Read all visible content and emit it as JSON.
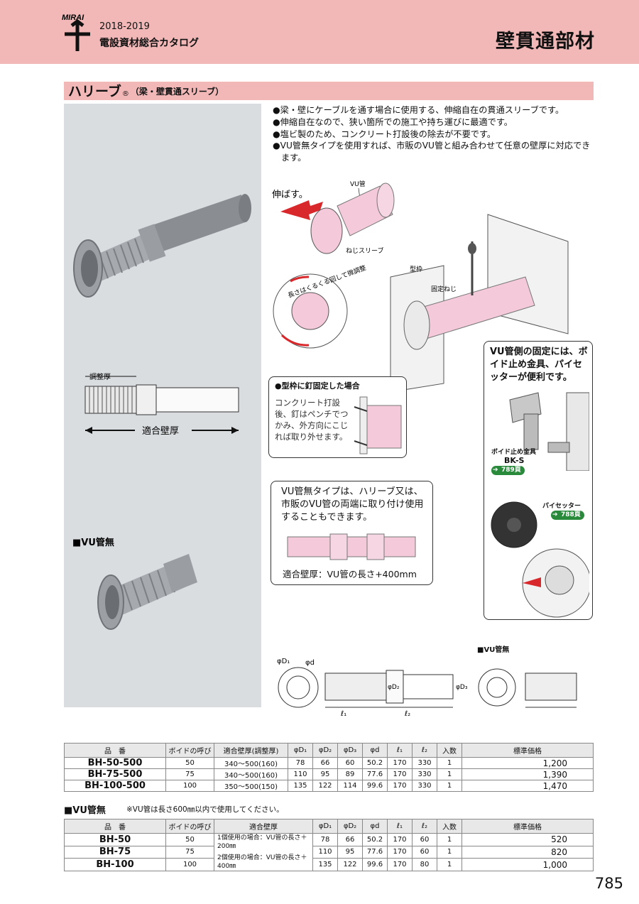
{
  "header": {
    "brand": "MIRAI",
    "year": "2018-2019",
    "catalog": "電設資材総合カタログ",
    "category": "壁貫通部材"
  },
  "section": {
    "name": "ハリーブ",
    "reg": "®",
    "subtitle": "（梁・壁貫通スリーブ）"
  },
  "bullets": [
    "●梁・壁にケーブルを通す場合に使用する、伸縮自在の貫通スリーブです。",
    "●伸縮自在なので、狭い箇所での施工や持ち運びに最適です。",
    "●塩ビ製のため、コンクリート打設後の除去が不要です。",
    "●VU管無タイプを使用すれば、市販のVU管と組み合わせて任意の壁厚に対応できます。"
  ],
  "left_panel": {
    "adjust_label": "調整厚",
    "wall_label": "適合壁厚",
    "vu_none_title": "■VU管無"
  },
  "diagram": {
    "stretch": "伸ばす。",
    "vu_pipe": "VU管",
    "screw_sleeve": "ねじスリーブ",
    "rotate_text": "長さはくるくる回して微調整",
    "form_frame": "型枠",
    "fix_screw": "固定ねじ"
  },
  "nail_box": {
    "title": "●型枠に釘固定した場合",
    "text": "コンクリート打設後、釘はペンチでつかみ、外方向にこじれば取り外せます。"
  },
  "vu_side_box": {
    "text": "VU管側の固定には、ボイド止め金具、パイセッターが便利です。",
    "bracket_name": "ボイド止め金具",
    "bracket_model": "BK-S",
    "bracket_page": "789頁",
    "setter_name": "パイセッター",
    "setter_page": "788頁"
  },
  "vu_none_box": {
    "text": "VU管無タイプは、ハリーブ又は、市販のVU管の両端に取り付け使用することもできます。",
    "formula": "適合壁厚：VU管の長さ+400mm"
  },
  "dims": {
    "d1": "φD₁",
    "d": "φd",
    "d2": "φD₂",
    "d3": "φD₃",
    "l1": "ℓ₁",
    "l2": "ℓ₂",
    "vu_none_label": "■VU管無"
  },
  "table1": {
    "headers": [
      "品　番",
      "ボイドの呼び",
      "適合壁厚(調整厚)",
      "φD₁",
      "φD₂",
      "φD₃",
      "φd",
      "ℓ₁",
      "ℓ₂",
      "入数",
      "標準価格"
    ],
    "rows": [
      [
        "BH-50-500",
        "50",
        "340～500(160)",
        "78",
        "66",
        "60",
        "50.2",
        "170",
        "330",
        "1",
        "1,200"
      ],
      [
        "BH-75-500",
        "75",
        "340～500(160)",
        "110",
        "95",
        "89",
        "77.6",
        "170",
        "330",
        "1",
        "1,390"
      ],
      [
        "BH-100-500",
        "100",
        "350～500(150)",
        "135",
        "122",
        "114",
        "99.6",
        "170",
        "330",
        "1",
        "1,470"
      ]
    ]
  },
  "table2": {
    "title": "■VU管無",
    "note": "※VU管は長さ600㎜以内で使用してください。",
    "headers": [
      "品　番",
      "ボイドの呼び",
      "適合壁厚",
      "φD₁",
      "φD₂",
      "φd",
      "ℓ₁",
      "ℓ₂",
      "入数",
      "標準価格"
    ],
    "wall_a": "1個使用の場合：VU管の長さ＋200㎜",
    "wall_b": "2個使用の場合：VU管の長さ＋400㎜",
    "rows": [
      [
        "BH-50",
        "50",
        "78",
        "66",
        "50.2",
        "170",
        "60",
        "1",
        "520"
      ],
      [
        "BH-75",
        "75",
        "110",
        "95",
        "77.6",
        "170",
        "60",
        "1",
        "820"
      ],
      [
        "BH-100",
        "100",
        "135",
        "122",
        "99.6",
        "170",
        "80",
        "1",
        "1,000"
      ]
    ]
  },
  "page_number": "785"
}
